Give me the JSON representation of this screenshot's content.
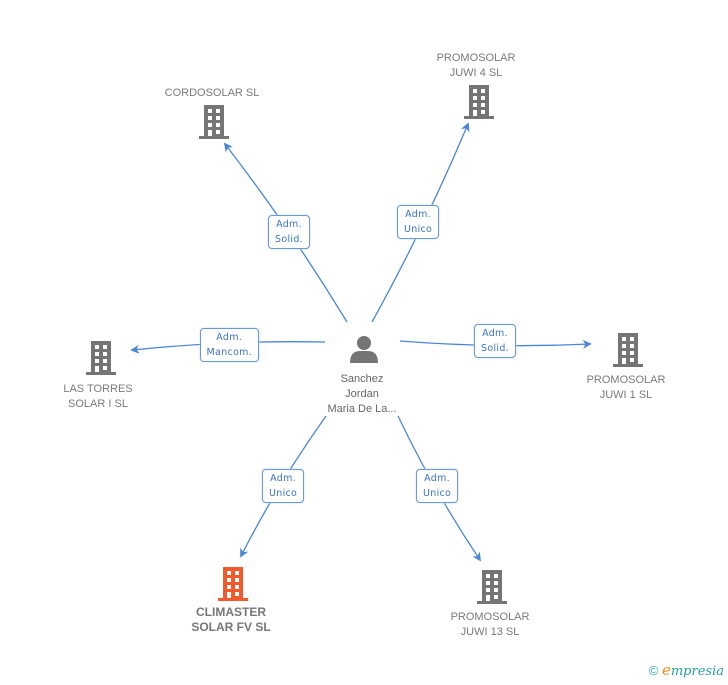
{
  "center": {
    "name_lines": [
      "Sanchez",
      "Jordan",
      "Maria De La..."
    ],
    "icon": "person-icon"
  },
  "companies": [
    {
      "id": "cordosolar",
      "name_lines": [
        "CORDOSOLAR SL"
      ],
      "role_lines": [
        "Adm.",
        "Solid."
      ],
      "highlight": false
    },
    {
      "id": "juwi4",
      "name_lines": [
        "PROMOSOLAR",
        "JUWI 4 SL"
      ],
      "role_lines": [
        "Adm.",
        "Unico"
      ],
      "highlight": false
    },
    {
      "id": "lastorres",
      "name_lines": [
        "LAS TORRES",
        "SOLAR I SL"
      ],
      "role_lines": [
        "Adm.",
        "Mancom."
      ],
      "highlight": false
    },
    {
      "id": "juwi1",
      "name_lines": [
        "PROMOSOLAR",
        "JUWI 1 SL"
      ],
      "role_lines": [
        "Adm.",
        "Solid."
      ],
      "highlight": false
    },
    {
      "id": "climaster",
      "name_lines": [
        "CLIMASTER",
        "SOLAR FV SL"
      ],
      "role_lines": [
        "Adm.",
        "Unico"
      ],
      "highlight": true
    },
    {
      "id": "juwi13",
      "name_lines": [
        "PROMOSOLAR",
        "JUWI 13 SL"
      ],
      "role_lines": [
        "Adm.",
        "Unico"
      ],
      "highlight": false
    }
  ],
  "colors": {
    "edge": "#4a86d8",
    "building": "#757575",
    "building_highlight": "#f4592b",
    "person": "#757575"
  },
  "brand": {
    "copyright": "©",
    "initial": "e",
    "rest": "mpresia"
  }
}
